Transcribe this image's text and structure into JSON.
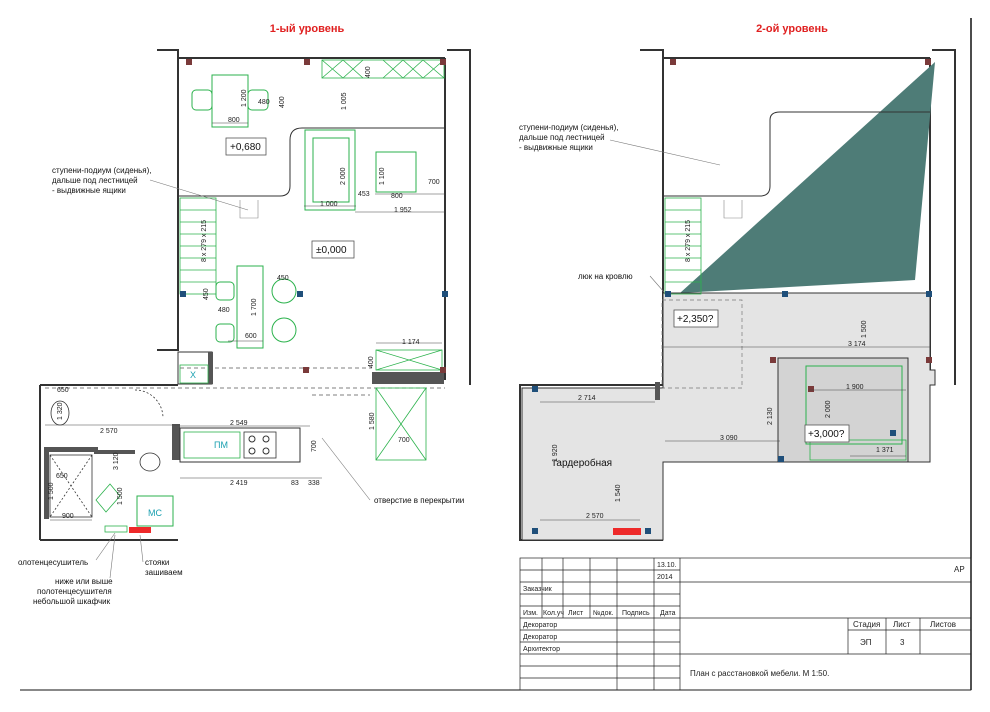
{
  "titles": {
    "level1": "1-ый уровень",
    "level2": "2-ой уровень"
  },
  "level1": {
    "note_steps": [
      "ступени-подиум (сиденья),",
      "дальше под лестницей",
      "- выдвижные ящики"
    ],
    "elev_upper": "+0,680",
    "elev_floor": "±0,000",
    "stairs": "8 x 279 x 215",
    "x_mark": "X",
    "pm": "ПМ",
    "ms": "МС",
    "note_opening": "отверстие в перекрытии",
    "note_towel": "олотенцесушитель",
    "note_cabinet": [
      "ниже или выше",
      "полотенцесушителя",
      "небольшой шкафчик"
    ],
    "note_posts": [
      "стояки",
      "зашиваем"
    ],
    "dims": {
      "d1200": "1 200",
      "d480a": "480",
      "d800": "800",
      "d400a": "400",
      "d400b": "400",
      "d1005": "1 005",
      "d2000": "2 000",
      "d1000": "1 000",
      "d1100": "1 100",
      "d453": "453",
      "d800b": "800",
      "d700a": "700",
      "d1952": "1 952",
      "d450a": "450",
      "d450b": "450",
      "d1700": "1 700",
      "d480b": "480",
      "d600": "600",
      "d1174": "1 174",
      "d400c": "400",
      "d650a": "650",
      "d1320": "1 320",
      "d2570": "2 570",
      "d2549": "2 549",
      "d3120": "3 120",
      "d650b": "650",
      "d1500": "1 500",
      "d1500b": "1 500",
      "d900": "900",
      "d1580": "1 580",
      "d700b": "700",
      "d700c": "700",
      "d2419": "2 419",
      "d83": "83",
      "d338": "338"
    }
  },
  "level2": {
    "note_steps": [
      "ступени-подиум (сиденья),",
      "дальше под лестницей",
      "- выдвижные ящики"
    ],
    "stairs": "8 x 279 x 215",
    "note_hatch": "люк на кровлю",
    "elev_a": "+2,350?",
    "elev_b": "+3,000?",
    "wardrobe": "гардеробная",
    "dims": {
      "d1500": "1 500",
      "d3174": "3 174",
      "d2714": "2 714",
      "d1900": "1 900",
      "d2130": "2 130",
      "d3090": "3 090",
      "d2000": "2 000",
      "d1371": "1 371",
      "d1540": "1 540",
      "d2570": "2 570",
      "d1920": "1 920"
    }
  },
  "titleblock": {
    "date1": "13.10.",
    "date2": "2014",
    "code": "АР",
    "customer": "Заказчик",
    "cols": [
      "Изм.",
      "Кол.уч",
      "Лист",
      "№док.",
      "Подпись",
      "Дата"
    ],
    "roles": [
      "Декоратор",
      "Декоратор",
      "Архитектор"
    ],
    "stage_h": "Стадия",
    "sheet_h": "Лист",
    "sheets_h": "Листов",
    "stage": "ЭП",
    "sheet": "3",
    "caption": "План с расстановкой мебели. М 1:50."
  },
  "colors": {
    "title": "#e02020",
    "furniture": "#2bb24c",
    "wall": "#3a3a3a",
    "column": "#1f4f7a",
    "accent": "#1aa0b0",
    "roof": "#4e7c77",
    "riser": "#ee2a2a"
  }
}
